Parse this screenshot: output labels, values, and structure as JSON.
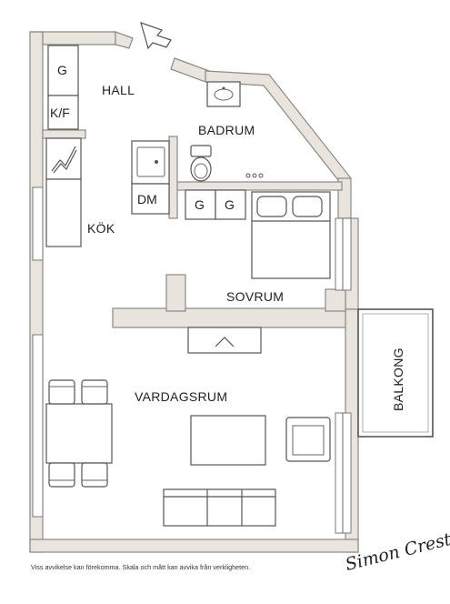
{
  "rooms": {
    "hall": "HALL",
    "badrum": "BADRUM",
    "kok": "KÖK",
    "sovrum": "SOVRUM",
    "vardagsrum": "VARDAGSRUM",
    "balkong": "BALKONG"
  },
  "fixtures": {
    "g_hall": "G",
    "kf": "K/F",
    "dm": "DM",
    "g1": "G",
    "g2": "G"
  },
  "footer": {
    "disclaimer": "Viss avvikelse kan förekomma. Skala och mått kan avvika från verkligheten.",
    "signature": "Simon Crest"
  },
  "colors": {
    "wall_fill": "#e9e5de",
    "wall_stroke": "#8c8a86",
    "furniture_stroke": "#555555"
  }
}
